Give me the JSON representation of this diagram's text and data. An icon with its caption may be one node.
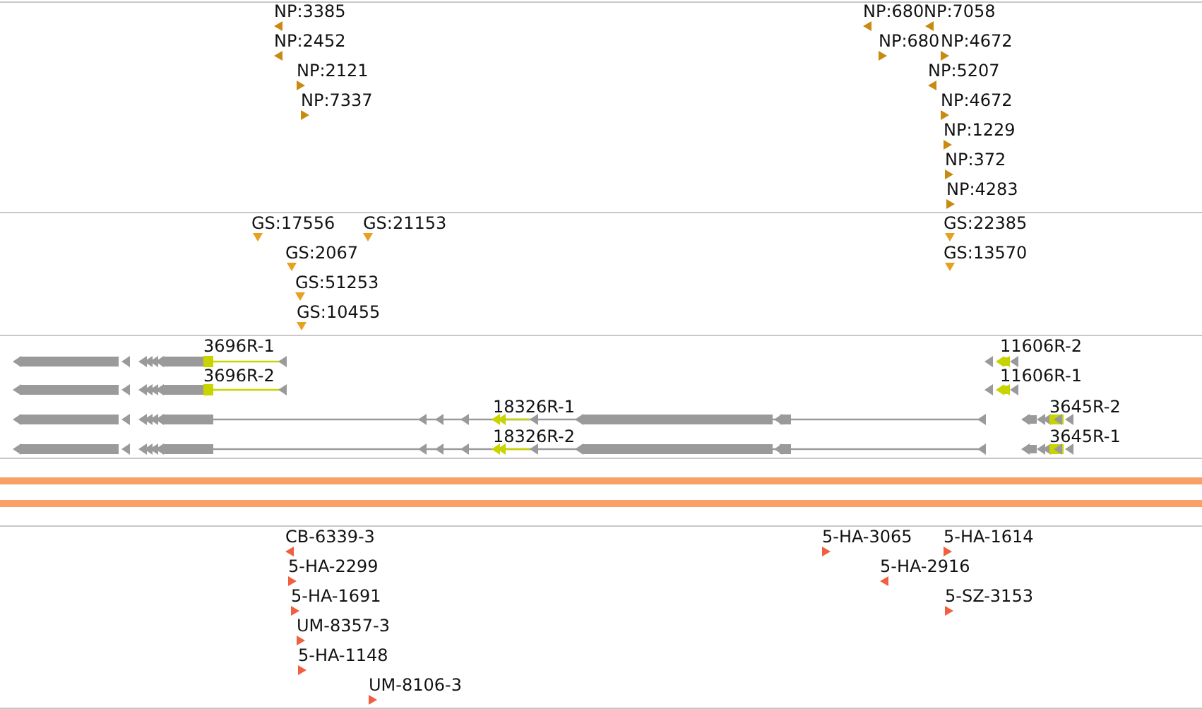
{
  "diagram": {
    "labels": [
      "NP:3385",
      "NP:680",
      "NP:7058",
      "NP:2452",
      "NP:680",
      "NP:4672",
      "NP:2121",
      "NP:5207",
      "NP:7337",
      "NP:4672",
      "NP:1229",
      "NP:372",
      "NP:4283",
      "GS:17556",
      "GS:21153",
      "GS:22385",
      "GS:2067",
      "GS:13570",
      "GS:51253",
      "GS:10455",
      "3696R-1",
      "11606R-2",
      "3696R-2",
      "11606R-1",
      "18326R-1",
      "3645R-2",
      "18326R-2",
      "3645R-1",
      "CB-6339-3",
      "5-HA-3065",
      "5-HA-1614",
      "5-HA-2299",
      "5-HA-2916",
      "5-HA-1691",
      "5-SZ-3153",
      "UM-8357-3",
      "5-HA-1148",
      "UM-8106-3"
    ]
  }
}
